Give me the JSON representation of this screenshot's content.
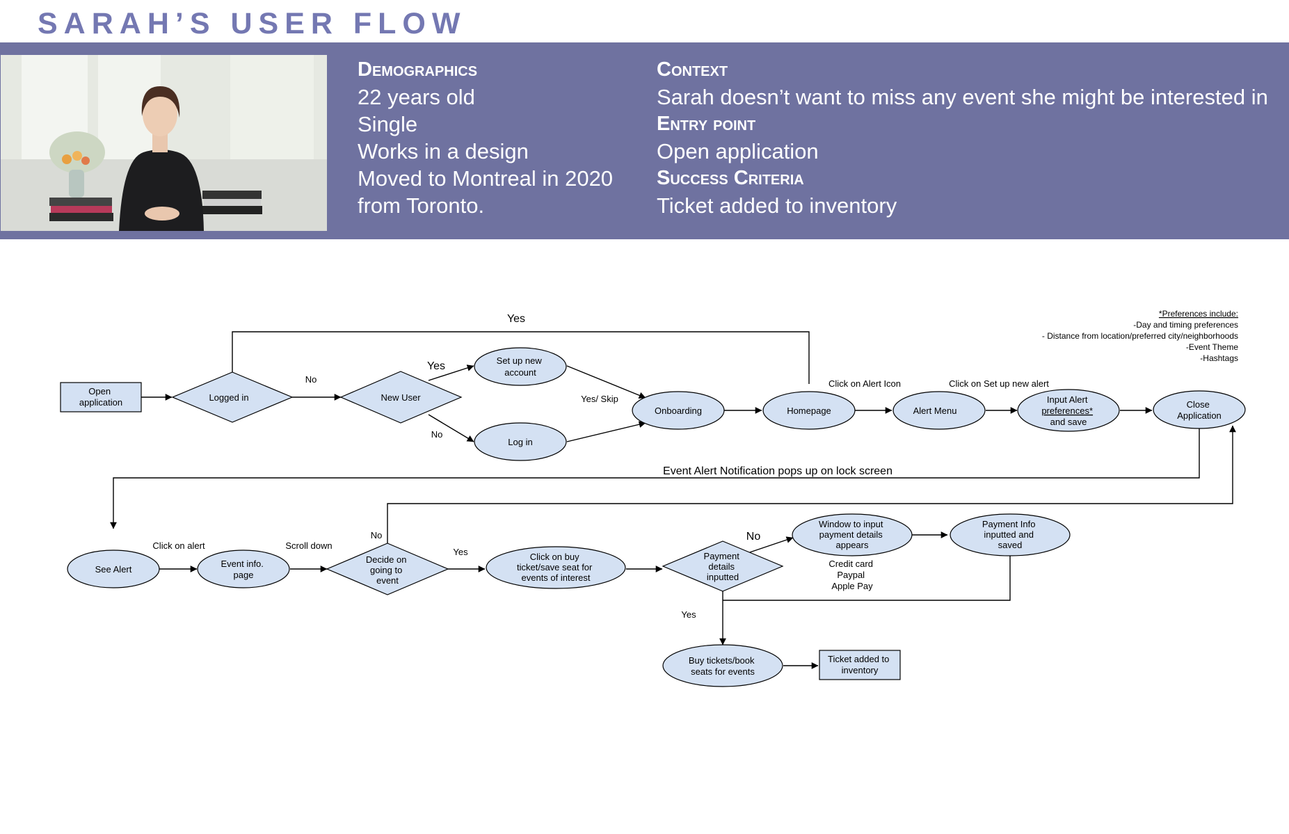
{
  "page_title": "SARAH’S USER FLOW",
  "persona": {
    "demographics_heading": "Demographics",
    "demographics": [
      "22 years old",
      "Single",
      "Works in a design",
      "Moved to Montreal in 2020",
      "from Toronto."
    ],
    "context_heading": "Context",
    "context_text": "Sarah doesn’t want to miss any event she might be interested in",
    "entry_heading": "Entry point",
    "entry_text": "Open application",
    "success_heading": "Success Criteria",
    "success_text": "Ticket added to inventory"
  },
  "flow": {
    "nodes": {
      "open_app": [
        "Open",
        "application"
      ],
      "logged_in": [
        "Logged in"
      ],
      "new_user": [
        "New User"
      ],
      "setup_account": [
        "Set up new",
        "account"
      ],
      "log_in": [
        "Log in"
      ],
      "onboarding": [
        "Onboarding"
      ],
      "homepage": [
        "Homepage"
      ],
      "alert_menu": [
        "Alert Menu"
      ],
      "input_alert": [
        "Input Alert",
        "preferences*",
        "and save"
      ],
      "close_app": [
        "Close",
        "Application"
      ],
      "see_alert": [
        "See Alert"
      ],
      "event_info": [
        "Event info.",
        "page"
      ],
      "decide_event": [
        "Decide on",
        "going to",
        "event"
      ],
      "click_buy": [
        "Click on buy",
        "ticket/save seat for",
        "events of interest"
      ],
      "payment_inputted": [
        "Payment",
        "details",
        "inputted"
      ],
      "window_payment": [
        "Window to input",
        "payment details",
        "appears"
      ],
      "payment_saved": [
        "Payment Info",
        "inputted and",
        "saved"
      ],
      "buy_tickets": [
        "Buy tickets/book",
        "seats for events"
      ],
      "ticket_added": [
        "Ticket added to",
        "inventory"
      ]
    },
    "labels": {
      "yes_top": "Yes",
      "no_logged": "No",
      "yes_new_user": "Yes",
      "no_new_user": "No",
      "yes_skip": "Yes/ Skip",
      "click_alert_icon": "Click on Alert Icon",
      "click_setup_alert": "Click on Set up new alert",
      "lock_screen": "Event Alert Notification pops up on lock screen",
      "click_on_alert": "Click on alert",
      "scroll_down": "Scroll down",
      "no_decide": "No",
      "yes_decide": "Yes",
      "no_payment": "No",
      "yes_payment": "Yes",
      "payment_methods": [
        "Credit card",
        "Paypal",
        "Apple Pay"
      ]
    },
    "note": {
      "title": "*Preferences include:",
      "items": [
        "-Day and timing preferences",
        "-  Distance from location/preferred city/neighborhoods",
        "-Event Theme",
        "-Hashtags"
      ]
    }
  }
}
